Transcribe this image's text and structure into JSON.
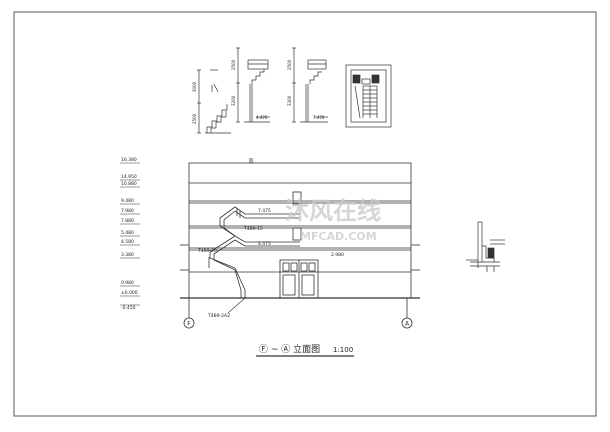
{
  "drawing": {
    "title": "Ⓕ ~ Ⓐ  立面图",
    "scale": "1:100",
    "axis_left": "F",
    "axis_right": "A"
  },
  "elevations": {
    "left_labels": [
      "16.380",
      "14.950",
      "10.880",
      "9.480",
      "7.980",
      "7.880",
      "5.480",
      "4.580",
      "3.380",
      "0.980",
      "±0.000",
      "-0.450"
    ]
  },
  "annotations": {
    "upper_stair": "7.475",
    "upper_ref": "T4B9-15",
    "lower_stair": "4.475",
    "lower_ref": "T4B9-20",
    "bottom_ref": "T4B9-2A2",
    "door_level": "2.980"
  },
  "details": {
    "d1_top": "3000",
    "d1_bottom": "2500",
    "d2_dims": [
      "2500",
      "3200"
    ],
    "d2_level": "4.470",
    "d3_dims": [
      "2500",
      "3300"
    ],
    "d3_level": "7.470"
  },
  "watermark": {
    "cn": "沐风在线",
    "en": "MFCAD.COM"
  },
  "colors": {
    "line": "#333333",
    "frame": "#555555",
    "watermark": "#c9c9c9"
  }
}
